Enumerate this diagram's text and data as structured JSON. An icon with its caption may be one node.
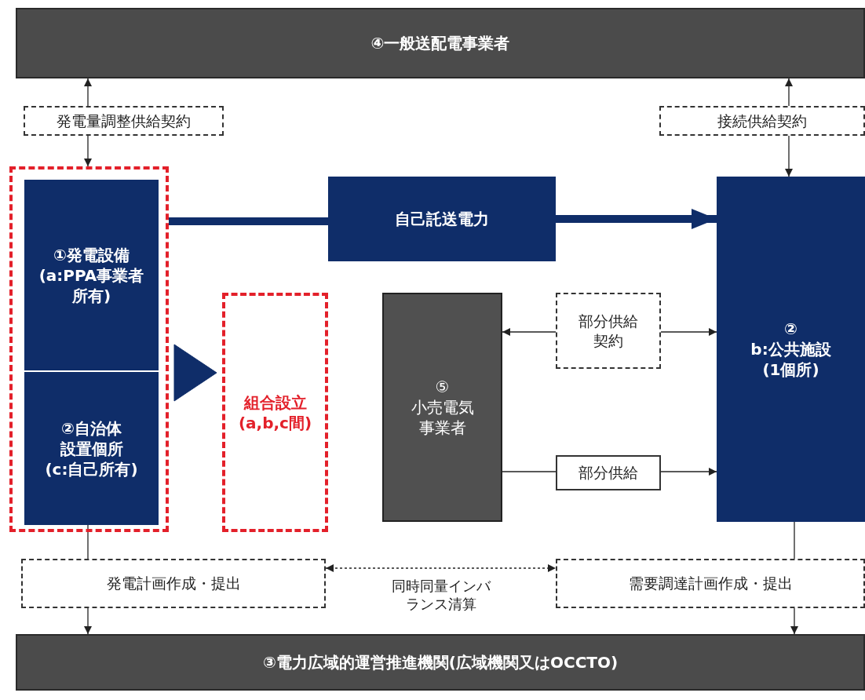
{
  "diagram": {
    "nodes": [
      {
        "text": [
          "④一般送配電事業者"
        ]
      },
      {
        "text": [
          "発電量調整供給契約"
        ]
      },
      {
        "text": [
          "接続供給契約"
        ]
      },
      {
        "text": [],
        "shape": "box"
      },
      {
        "text": [
          "①発電設備",
          "(a:PPA事業者所有)"
        ],
        "in": 3
      },
      {
        "text": [
          "②自治体設置個所",
          "(c:自己所有)"
        ],
        "in": 3
      },
      {
        "text": [
          "自己託送電力"
        ]
      },
      {
        "text": [
          "②",
          "b:公共施設(1個所)"
        ]
      },
      {
        "text": [
          "組合設立",
          "(a,b,c間)"
        ]
      },
      {
        "text": [
          "⑤",
          "小売電気事業者"
        ]
      },
      {
        "text": [
          "部分供給契約"
        ]
      },
      {
        "text": [
          "部分供給"
        ]
      },
      {
        "text": [
          "発電計画作成・提出"
        ]
      },
      {
        "text": [
          "需要調達計画作成・提出"
        ]
      },
      {
        "text": [
          "③電力広域的運営推進機関(広域機関又はOCCTO)"
        ]
      }
    ],
    "edges": [
      {
        "from": 1,
        "to": 0,
        "arrow": "to"
      },
      {
        "from": 1,
        "to": 3,
        "arrow": "to"
      },
      {
        "from": 2,
        "to": 0,
        "arrow": "to"
      },
      {
        "from": 2,
        "to": 7,
        "arrow": "to"
      },
      {
        "from": 3,
        "to": 6,
        "arrow": "none",
        "style": "thick",
        "color": "#0f2d69"
      },
      {
        "from": 6,
        "to": 7,
        "arrow": "to",
        "style": "thick",
        "color": "#0f2d69"
      },
      {
        "from": 3,
        "to": 8,
        "arrow": "to",
        "style": "thick",
        "color": "#0f2d69"
      },
      {
        "from": 10,
        "to": 9,
        "arrow": "to"
      },
      {
        "from": 10,
        "to": 7,
        "arrow": "to"
      },
      {
        "from": 9,
        "to": 11,
        "arrow": "none"
      },
      {
        "from": 11,
        "to": 7,
        "arrow": "to"
      },
      {
        "from": 5,
        "to": 12,
        "arrow": "none"
      },
      {
        "from": 12,
        "to": 14,
        "arrow": "to"
      },
      {
        "from": 7,
        "to": 13,
        "arrow": "none"
      },
      {
        "from": 13,
        "to": 14,
        "arrow": "to"
      },
      {
        "from": 12,
        "to": 13,
        "arrow": "both",
        "style": "dashed",
        "label": "同時同量インバランス清算"
      }
    ]
  }
}
